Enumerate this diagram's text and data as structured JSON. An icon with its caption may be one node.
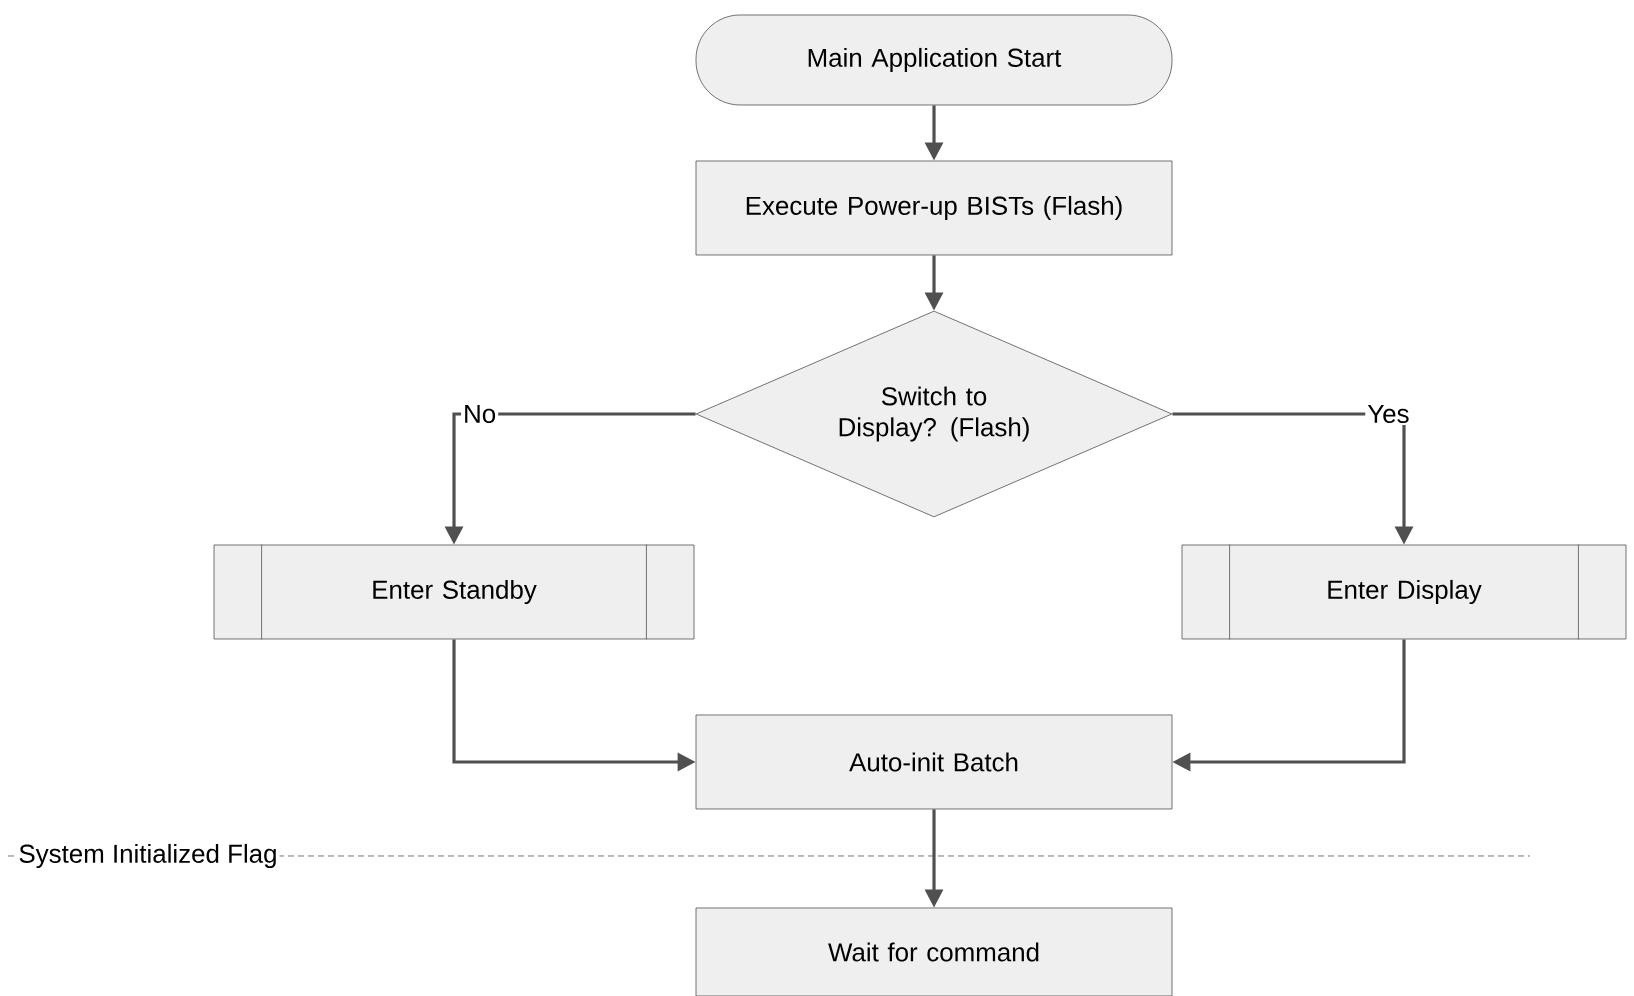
{
  "diagram": {
    "nodes": [
      {
        "text": [
          "Main Application Start"
        ]
      },
      {
        "text": [
          "Execute Power-up BISTs (Flash)"
        ]
      },
      {
        "text": [
          "Switch to Display? (Flash)"
        ]
      },
      {
        "text": [
          "Enter Standby"
        ]
      },
      {
        "text": [
          "Enter Display"
        ]
      },
      {
        "text": [
          "Auto-init Batch"
        ]
      },
      {
        "text": [
          "Wait for command"
        ]
      }
    ],
    "edges": [
      {
        "from": 0,
        "to": 1,
        "arrow": "to"
      },
      {
        "from": 1,
        "to": 2,
        "arrow": "to"
      },
      {
        "from": 2,
        "to": 3,
        "arrow": "to",
        "label": "No"
      },
      {
        "from": 2,
        "to": 4,
        "arrow": "to",
        "label": "Yes"
      },
      {
        "from": 3,
        "to": 5,
        "arrow": "to"
      },
      {
        "from": 4,
        "to": 5,
        "arrow": "to"
      },
      {
        "from": 5,
        "to": 6,
        "arrow": "to"
      }
    ],
    "labels": [
      "System Initialized Flag"
    ]
  }
}
